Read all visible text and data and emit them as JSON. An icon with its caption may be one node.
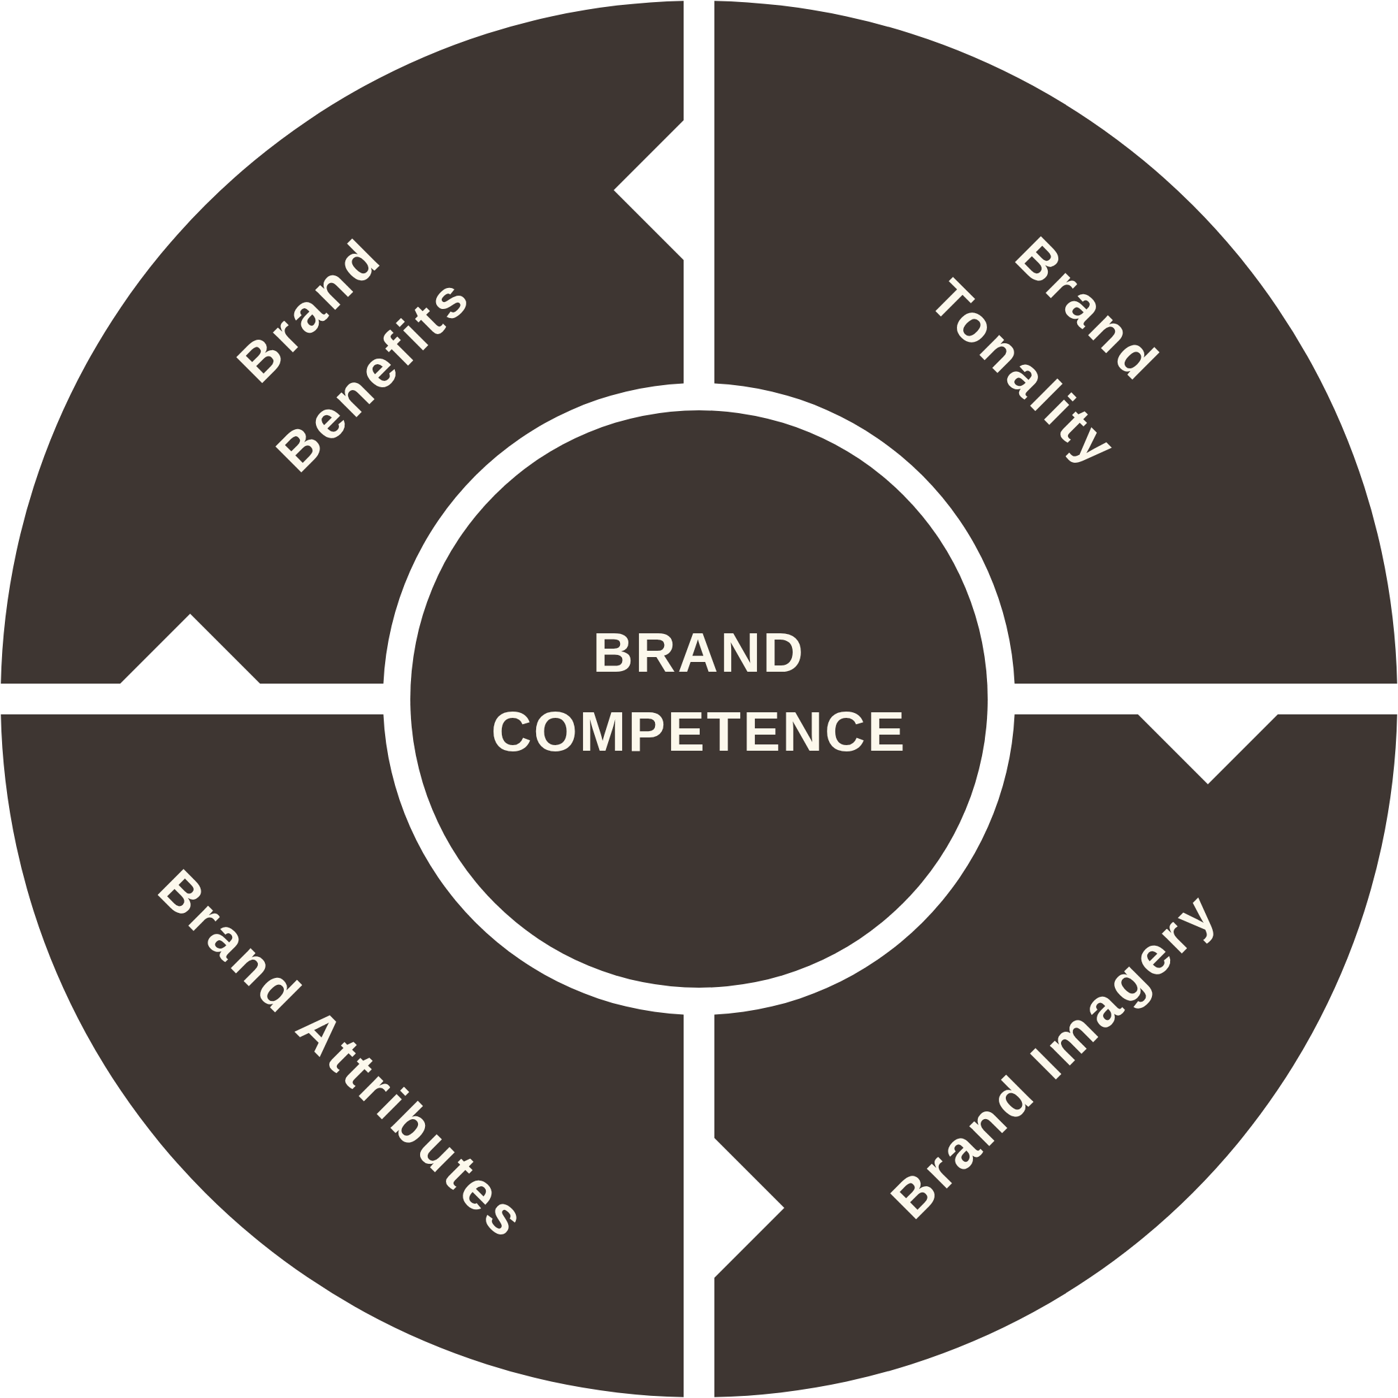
{
  "diagram": {
    "nodes": [
      {
        "text": [
          "Brand Benefits"
        ]
      },
      {
        "text": [
          "Brand Tonality"
        ]
      },
      {
        "text": [
          "BRAND COMPETENCE"
        ]
      },
      {
        "text": [
          "Brand Attributes"
        ]
      },
      {
        "text": [
          "Brand Imagery"
        ]
      }
    ]
  }
}
